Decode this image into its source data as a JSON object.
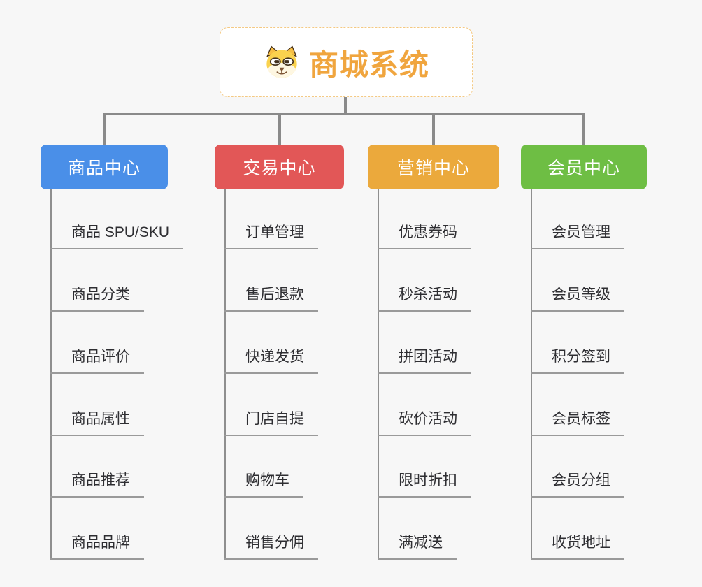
{
  "root": {
    "label": "商城系统",
    "icon": "dog-face-icon"
  },
  "branches": [
    {
      "label": "商品中心",
      "color": "#4A8FE8",
      "children": [
        "商品 SPU/SKU",
        "商品分类",
        "商品评价",
        "商品属性",
        "商品推荐",
        "商品品牌"
      ]
    },
    {
      "label": "交易中心",
      "color": "#E25757",
      "children": [
        "订单管理",
        "售后退款",
        "快递发货",
        "门店自提",
        "购物车",
        "销售分佣"
      ]
    },
    {
      "label": "营销中心",
      "color": "#EBA93C",
      "children": [
        "优惠券码",
        "秒杀活动",
        "拼团活动",
        "砍价活动",
        "限时折扣",
        "满减送"
      ]
    },
    {
      "label": "会员中心",
      "color": "#6EBE44",
      "children": [
        "会员管理",
        "会员等级",
        "积分签到",
        "会员标签",
        "会员分组",
        "收货地址"
      ]
    }
  ],
  "colors": {
    "background": "#F7F7F7",
    "connector": "#8A8A8A",
    "leaf_underline": "#9A9A9A",
    "root_text": "#F0A53E",
    "root_border": "#F4C983",
    "leaf_text": "#2E2E32"
  }
}
